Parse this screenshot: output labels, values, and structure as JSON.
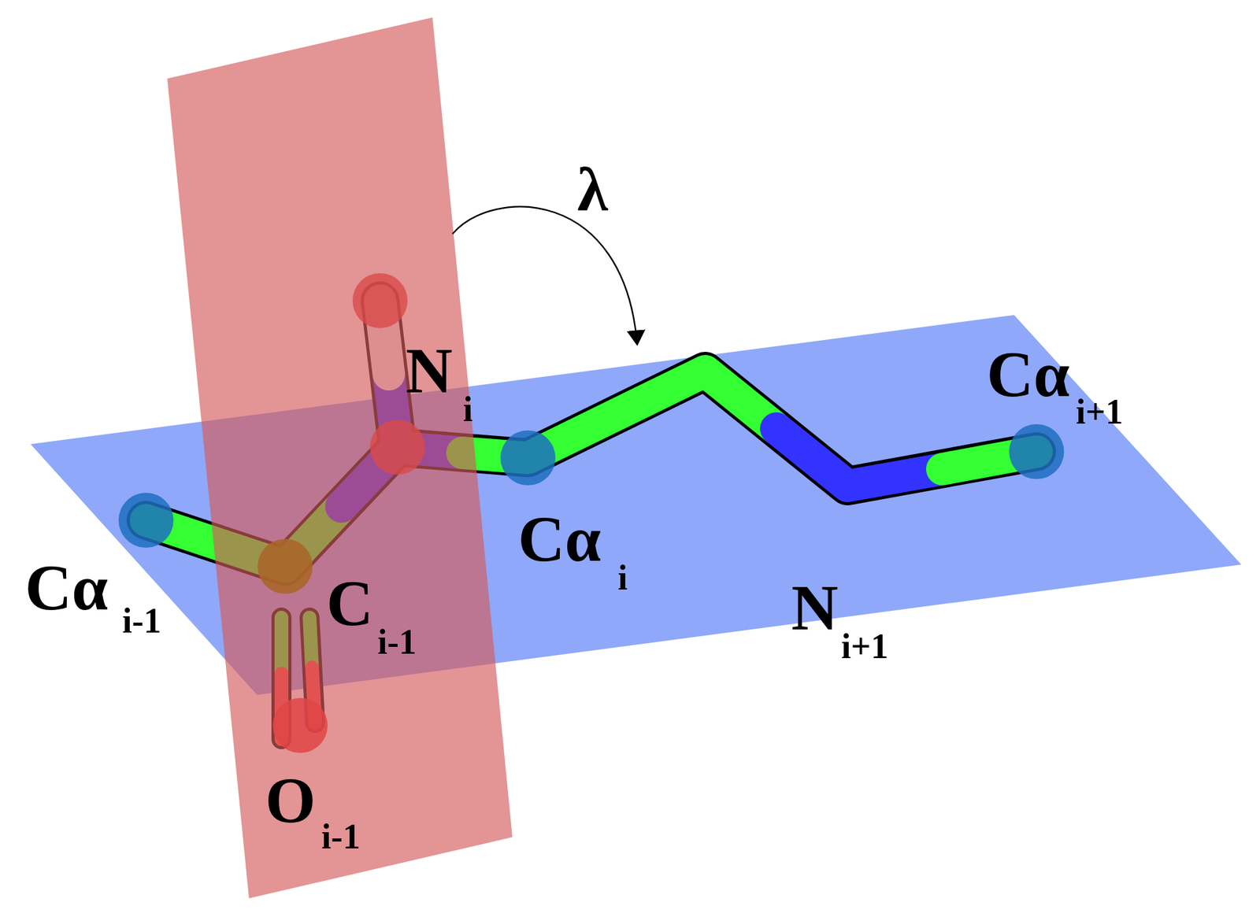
{
  "diagram": {
    "labels": [
      "λ",
      "N",
      "i",
      "Cα",
      "i+1",
      "Cα",
      "i",
      "N",
      "i+1",
      "Cα",
      "i-1",
      "C",
      "i-1",
      "O",
      "i-1"
    ]
  }
}
